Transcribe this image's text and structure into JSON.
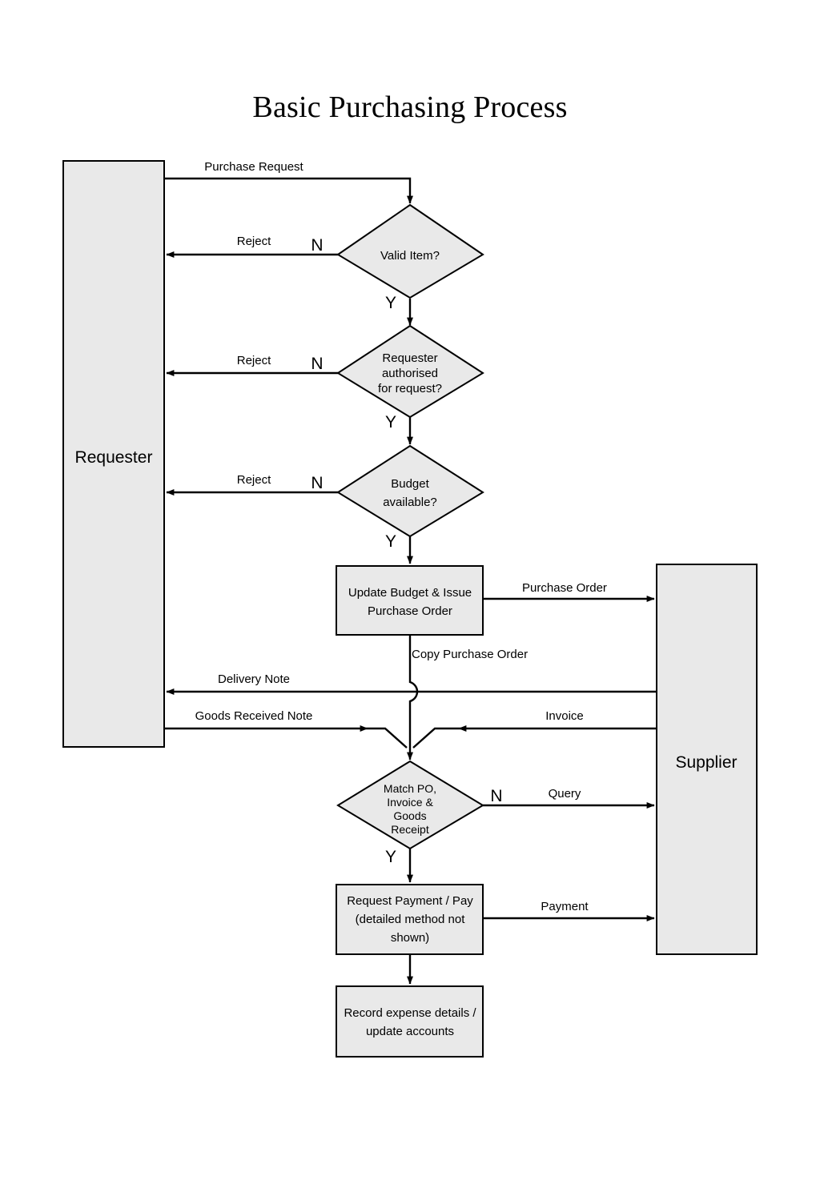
{
  "title": "Basic Purchasing Process",
  "colors": {
    "shape_fill": "#e9e9e9",
    "stroke": "#000000",
    "background": "#ffffff"
  },
  "chart_data": {
    "type": "diagram",
    "diagram_kind": "flowchart",
    "title": "Basic Purchasing Process",
    "lanes": [
      {
        "id": "requester",
        "label": "Requester",
        "side": "left"
      },
      {
        "id": "supplier",
        "label": "Supplier",
        "side": "right"
      }
    ],
    "nodes": [
      {
        "id": "valid_item",
        "shape": "decision",
        "label": "Valid Item?"
      },
      {
        "id": "authorised",
        "shape": "decision",
        "label": "Requester authorised for request?"
      },
      {
        "id": "budget",
        "shape": "decision",
        "label": "Budget available?"
      },
      {
        "id": "update_budget",
        "shape": "process",
        "label": "Update Budget & Issue Purchase Order"
      },
      {
        "id": "match",
        "shape": "decision",
        "label": "Match PO, Invoice & Goods Receipt"
      },
      {
        "id": "request_pay",
        "shape": "process",
        "label": "Request Payment / Pay (detailed method not shown)"
      },
      {
        "id": "record",
        "shape": "process",
        "label": "Record expense details / update accounts"
      }
    ],
    "edges": [
      {
        "from": "requester",
        "to": "valid_item",
        "label": "Purchase Request"
      },
      {
        "from": "valid_item",
        "to": "requester",
        "label": "Reject",
        "branch": "N"
      },
      {
        "from": "valid_item",
        "to": "authorised",
        "label": "",
        "branch": "Y"
      },
      {
        "from": "authorised",
        "to": "requester",
        "label": "Reject",
        "branch": "N"
      },
      {
        "from": "authorised",
        "to": "budget",
        "label": "",
        "branch": "Y"
      },
      {
        "from": "budget",
        "to": "requester",
        "label": "Reject",
        "branch": "N"
      },
      {
        "from": "budget",
        "to": "update_budget",
        "label": "",
        "branch": "Y"
      },
      {
        "from": "update_budget",
        "to": "supplier",
        "label": "Purchase Order"
      },
      {
        "from": "update_budget",
        "to": "match",
        "label": "Copy Purchase Order"
      },
      {
        "from": "supplier",
        "to": "requester",
        "label": "Delivery Note"
      },
      {
        "from": "requester",
        "to": "match",
        "label": "Goods Received Note"
      },
      {
        "from": "supplier",
        "to": "match",
        "label": "Invoice"
      },
      {
        "from": "match",
        "to": "supplier",
        "label": "Query",
        "branch": "N"
      },
      {
        "from": "match",
        "to": "request_pay",
        "label": "",
        "branch": "Y"
      },
      {
        "from": "request_pay",
        "to": "supplier",
        "label": "Payment"
      },
      {
        "from": "request_pay",
        "to": "record",
        "label": ""
      }
    ]
  },
  "nodes": {
    "valid_item": {
      "line1": "Valid Item?"
    },
    "authorised": {
      "line1": "Requester",
      "line2": "authorised",
      "line3": "for request?"
    },
    "budget": {
      "line1": "Budget",
      "line2": "available?"
    },
    "update_budget": {
      "line1": "Update Budget & Issue",
      "line2": "Purchase Order"
    },
    "match": {
      "line1": "Match PO,",
      "line2": "Invoice &",
      "line3": "Goods",
      "line4": "Receipt"
    },
    "request_pay": {
      "line1": "Request Payment / Pay",
      "line2": "(detailed method not",
      "line3": "shown)"
    },
    "record": {
      "line1": "Record expense details /",
      "line2": "update accounts"
    }
  },
  "lanes": {
    "requester": {
      "label": "Requester"
    },
    "supplier": {
      "label": "Supplier"
    }
  },
  "edge_labels": {
    "purchase_request": "Purchase Request",
    "reject_valid": "Reject",
    "reject_authorised": "Reject",
    "reject_budget": "Reject",
    "purchase_order": "Purchase Order",
    "copy_purchase_order": "Copy Purchase Order",
    "delivery_note": "Delivery Note",
    "goods_received_note": "Goods Received Note",
    "invoice": "Invoice",
    "query": "Query",
    "payment": "Payment"
  },
  "branch_labels": {
    "n_valid": "N",
    "y_valid": "Y",
    "n_authorised": "N",
    "y_authorised": "Y",
    "n_budget": "N",
    "y_budget": "Y",
    "n_match": "N",
    "y_match": "Y"
  }
}
